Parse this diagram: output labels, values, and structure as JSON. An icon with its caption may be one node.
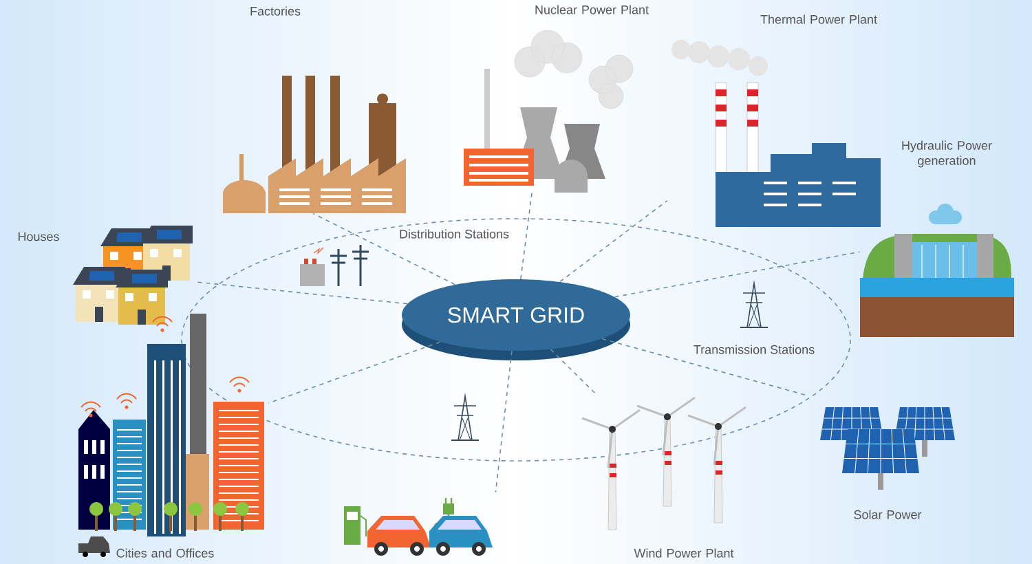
{
  "diagram": {
    "nodes": [
      {
        "text": [
          "SMART GRID"
        ]
      },
      {
        "text": [
          "Factories"
        ]
      },
      {
        "text": [
          "Nuclear Power Plant"
        ]
      },
      {
        "text": [
          "Thermal Power Plant"
        ]
      },
      {
        "text": [
          "Hydraulic Power generation"
        ]
      },
      {
        "text": [
          "Houses"
        ]
      },
      {
        "text": [
          "Cities and Offices"
        ]
      },
      {
        "text": [],
        "shape": "picture"
      },
      {
        "text": [
          "Wind Power Plant"
        ]
      },
      {
        "text": [
          "Solar Power"
        ]
      }
    ],
    "edges": [
      {
        "from": 0,
        "to": 1,
        "arrow": "none",
        "style": "dashed"
      },
      {
        "from": 0,
        "to": 2,
        "arrow": "none",
        "style": "dashed"
      },
      {
        "from": 0,
        "to": 3,
        "arrow": "none",
        "style": "dashed"
      },
      {
        "from": 0,
        "to": 4,
        "arrow": "none",
        "style": "dashed"
      },
      {
        "from": 0,
        "to": 5,
        "arrow": "none",
        "style": "dashed"
      },
      {
        "from": 0,
        "to": 6,
        "arrow": "none",
        "style": "dashed"
      },
      {
        "from": 0,
        "to": 7,
        "arrow": "none",
        "style": "dashed"
      },
      {
        "from": 0,
        "to": 8,
        "arrow": "none",
        "style": "dashed"
      },
      {
        "from": 0,
        "to": 9,
        "arrow": "none",
        "style": "dashed"
      }
    ],
    "labels": [
      "Distribution Stations",
      "Transmission Stations"
    ]
  }
}
